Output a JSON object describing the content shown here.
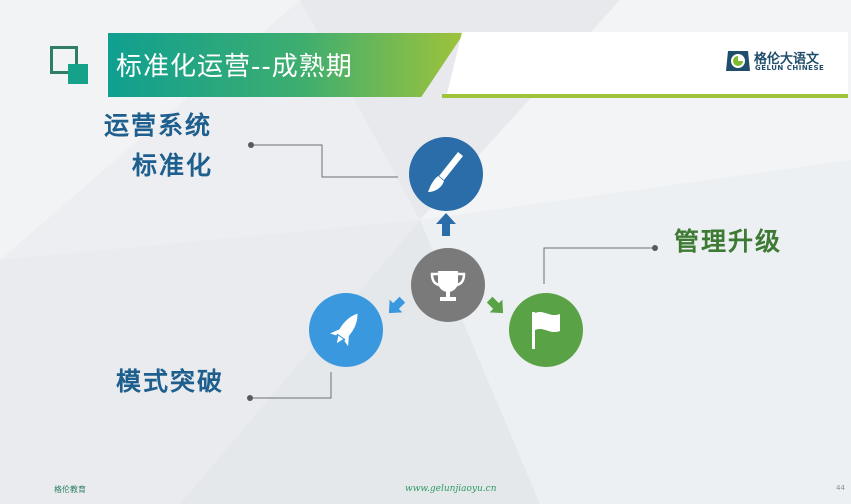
{
  "slide": {
    "title": "标准化运营--成熟期",
    "page_number": "44"
  },
  "logo": {
    "name_cn": "格伦大语文",
    "name_en": "GELUN CHINESE"
  },
  "diagram": {
    "labels": {
      "system_line1": "运营系统",
      "system_line2": "标准化",
      "management": "管理升级",
      "mode": "模式突破"
    },
    "nodes": [
      {
        "id": "center",
        "icon": "trophy-icon",
        "color": "#7a7a7a"
      },
      {
        "id": "top",
        "icon": "paintbrush-icon",
        "color": "#2a6da8"
      },
      {
        "id": "left",
        "icon": "rocket-icon",
        "color": "#3a98df"
      },
      {
        "id": "right",
        "icon": "flag-icon",
        "color": "#5aa246"
      }
    ],
    "colors": {
      "blue_dark": "#2a6da8",
      "blue_light": "#3a98df",
      "green": "#5aa246",
      "gray": "#7a7a7a"
    }
  },
  "footer": {
    "company": "格伦教育",
    "website": "www.gelunjiaoyu.cn"
  }
}
